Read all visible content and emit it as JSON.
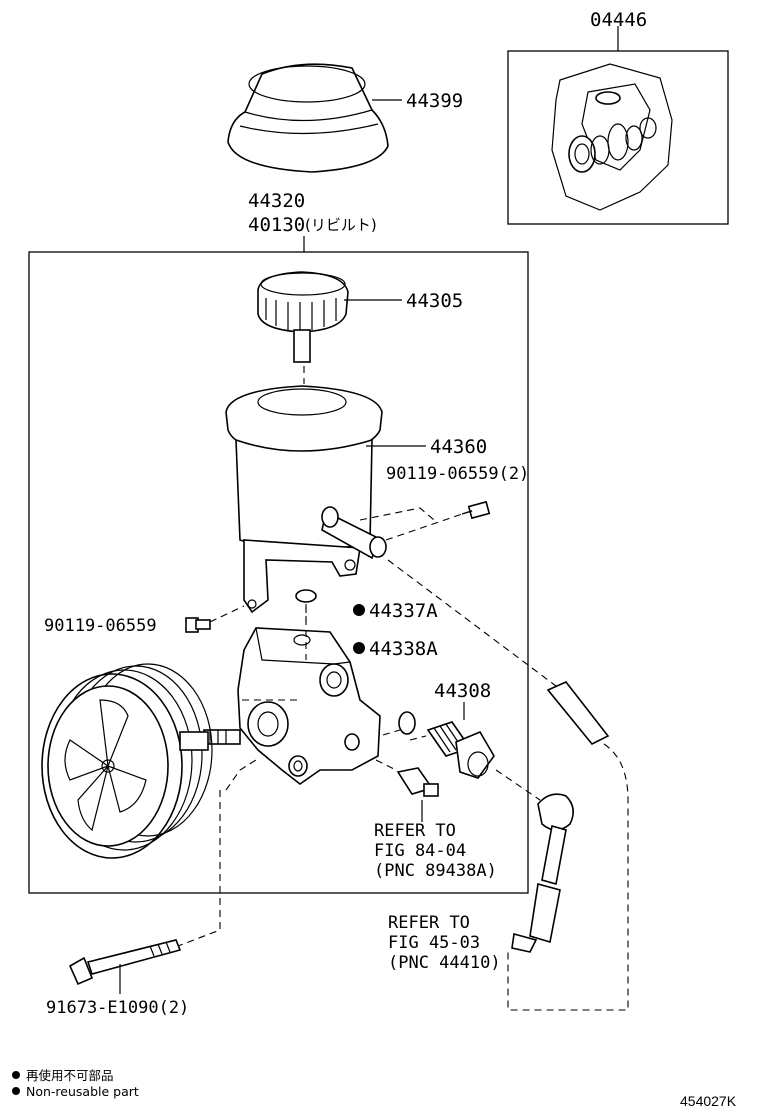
{
  "labels": {
    "p04446": "04446",
    "p44399": "44399",
    "p44320": "44320",
    "p40130": "40130",
    "p40130_note": "(リビルト)",
    "p44305": "44305",
    "p44360": "44360",
    "p90119_06559_2": "90119-06559(2)",
    "p90119_06559": "90119-06559",
    "p44337A": "44337A",
    "p44338A": "44338A",
    "p44308": "44308",
    "refer1_line1": "REFER TO",
    "refer1_line2": "FIG 84-04",
    "refer1_line3": "(PNC 89438A)",
    "refer2_line1": "REFER TO",
    "refer2_line2": "FIG 45-03",
    "refer2_line3": "(PNC 44410)",
    "p91673": "91673-E1090(2)"
  },
  "legend": {
    "jp": "再使用不可部品",
    "en": "Non-reusable part"
  },
  "figure_code": "454027K"
}
